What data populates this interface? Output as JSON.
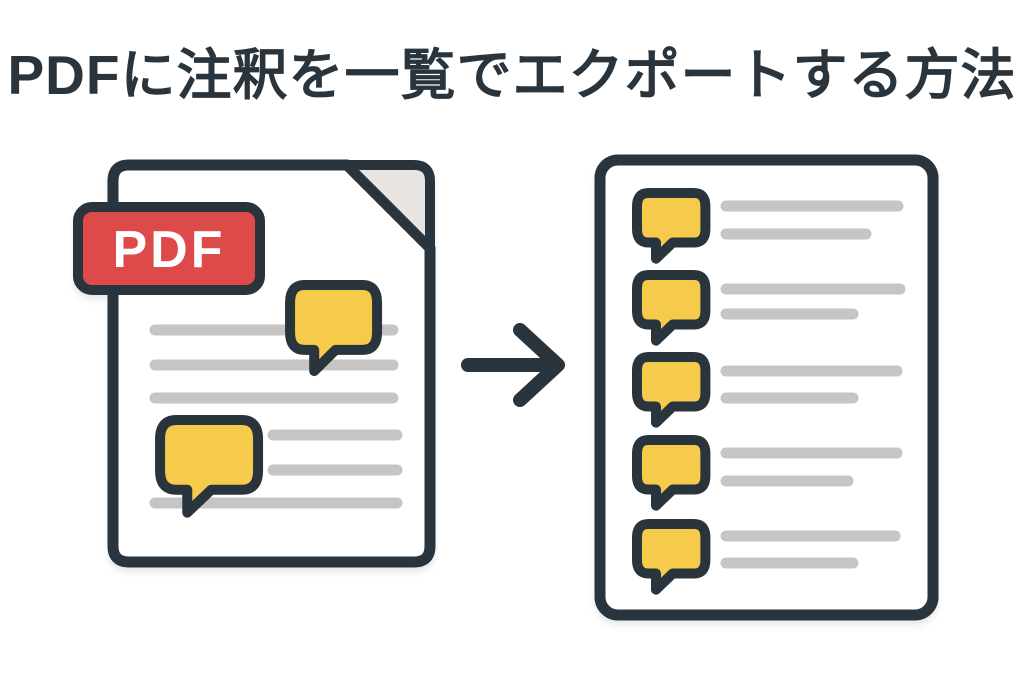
{
  "title": "PDFに注釈を一覧でエクポートする方法",
  "badge": {
    "label": "PDF"
  },
  "palette": {
    "ink": "#2a343c",
    "bubble_yellow": "#f6ca4a",
    "badge_red": "#dd4a4a",
    "line_gray": "#c5c5c5",
    "fold_gray": "#e7e4e1",
    "paper": "#ffffff",
    "background": "#ffffff"
  },
  "source_document": {
    "annotation_bubbles": 2,
    "text_lines": 6
  },
  "arrow": {
    "direction": "right"
  },
  "result_document": {
    "rows": 5,
    "lines_per_row": 2
  }
}
